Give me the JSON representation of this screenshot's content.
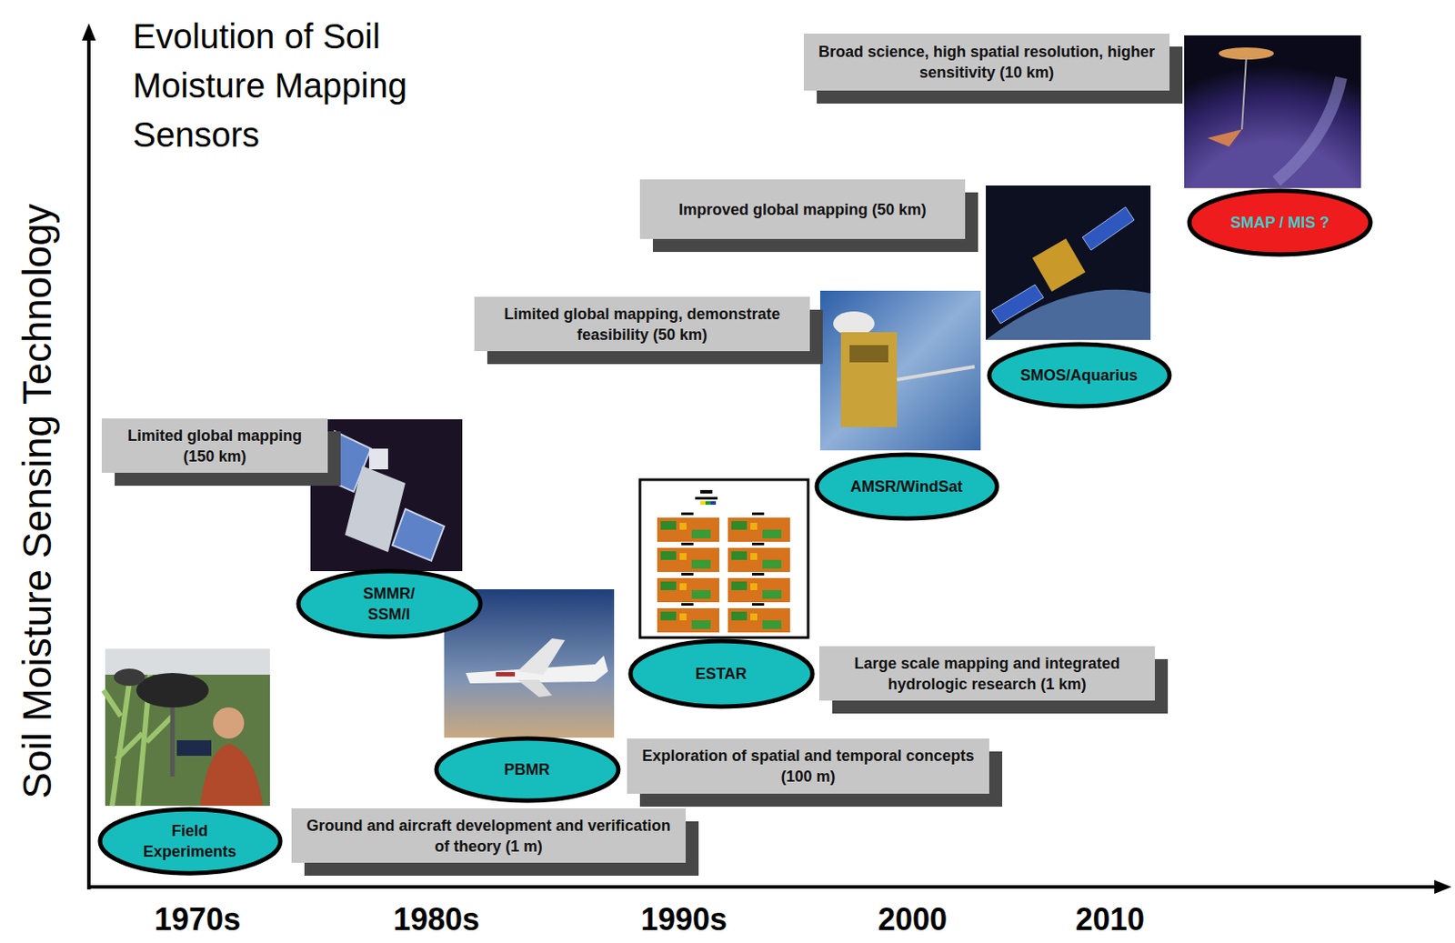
{
  "diagram": {
    "title": "Evolution of Soil Moisture Mapping Sensors",
    "nodes": [
      {
        "text": [
          "Broad science, high spatial resolution, higher sensitivity (10 km)"
        ]
      },
      {
        "text": [
          "SMAP / MIS ?"
        ]
      },
      {
        "text": [
          "Improved global mapping (50 km)"
        ]
      },
      {
        "text": [
          "Limited global mapping, demonstrate feasibility (50 km)"
        ]
      },
      {
        "text": [
          "SMOS/Aquarius"
        ]
      },
      {
        "text": [
          "Limited global mapping (150 km)"
        ]
      },
      {
        "text": [
          "AMSR/WindSat"
        ]
      },
      {
        "text": [
          "SMMR/ SSM/I"
        ]
      },
      {
        "text": [
          "ESTAR"
        ]
      },
      {
        "text": [
          "Large scale mapping and integrated hydrologic research (1 km)"
        ]
      },
      {
        "text": [
          "PBMR"
        ]
      },
      {
        "text": [
          "Exploration of spatial and temporal concepts (100 m)"
        ]
      },
      {
        "text": [
          "Field Experiments"
        ]
      },
      {
        "text": [
          "Ground and aircraft development and verification of theory (1 m)"
        ]
      }
    ],
    "labels": [
      "Soil Moisture Sensing Technology",
      "1970s",
      "1980s",
      "1990s",
      "2000",
      "2010"
    ]
  }
}
